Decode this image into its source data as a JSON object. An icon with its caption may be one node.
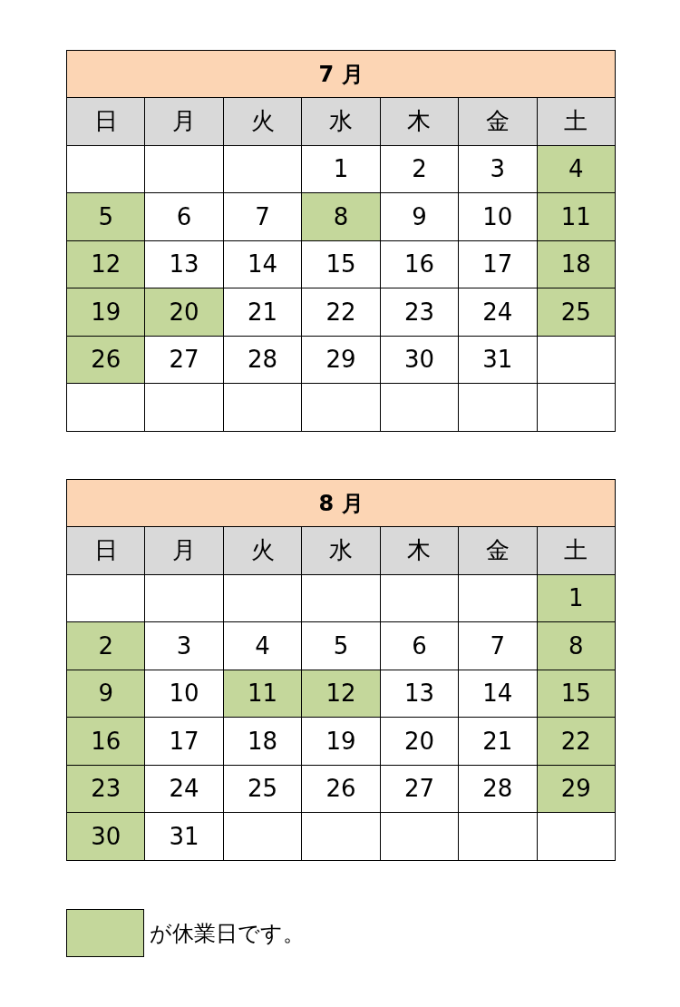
{
  "diagram": {
    "nodes": [
      {
        "text": [
          "7 月"
        ]
      },
      {
        "text": [
          "4"
        ],
        "in": 0
      },
      {
        "text": [
          "5"
        ],
        "in": 0
      },
      {
        "text": [
          "8"
        ],
        "in": 0
      },
      {
        "text": [
          "11"
        ],
        "in": 0
      },
      {
        "text": [
          "12"
        ],
        "in": 0
      },
      {
        "text": [
          "18"
        ],
        "in": 0
      },
      {
        "text": [
          "19"
        ],
        "in": 0
      },
      {
        "text": [
          "20"
        ],
        "in": 0
      },
      {
        "text": [
          "25"
        ],
        "in": 0
      },
      {
        "text": [
          "26"
        ],
        "in": 0
      },
      {
        "text": [
          "8 月"
        ]
      },
      {
        "text": [
          "1"
        ],
        "in": 11
      },
      {
        "text": [
          "2"
        ],
        "in": 11
      },
      {
        "text": [
          "8"
        ],
        "in": 11
      },
      {
        "text": [
          "9"
        ],
        "in": 11
      },
      {
        "text": [
          "11"
        ],
        "in": 11
      },
      {
        "text": [
          "12"
        ],
        "in": 11
      },
      {
        "text": [
          "15"
        ],
        "in": 11
      },
      {
        "text": [
          "16"
        ],
        "in": 11
      },
      {
        "text": [
          "22"
        ],
        "in": 11
      },
      {
        "text": [
          "23"
        ],
        "in": 11
      },
      {
        "text": [
          "29"
        ],
        "in": 11
      },
      {
        "text": [
          "30"
        ],
        "in": 11
      }
    ],
    "labels": [
      "日",
      "月",
      "火",
      "水",
      "木",
      "金",
      "土",
      "1",
      "2",
      "3",
      "6",
      "7",
      "9",
      "10",
      "13",
      "14",
      "15",
      "16",
      "17",
      "21",
      "22",
      "23",
      "24",
      "27",
      "28",
      "29",
      "30",
      "31",
      "日",
      "月",
      "火",
      "水",
      "木",
      "金",
      "土",
      "3",
      "4",
      "5",
      "6",
      "7",
      "10",
      "13",
      "14",
      "17",
      "18",
      "19",
      "20",
      "21",
      "24",
      "25",
      "26",
      "27",
      "28",
      "31"
    ],
    "legend": [
      {
        "text": "が休業日です。",
        "color": "#c4d79b"
      }
    ]
  }
}
